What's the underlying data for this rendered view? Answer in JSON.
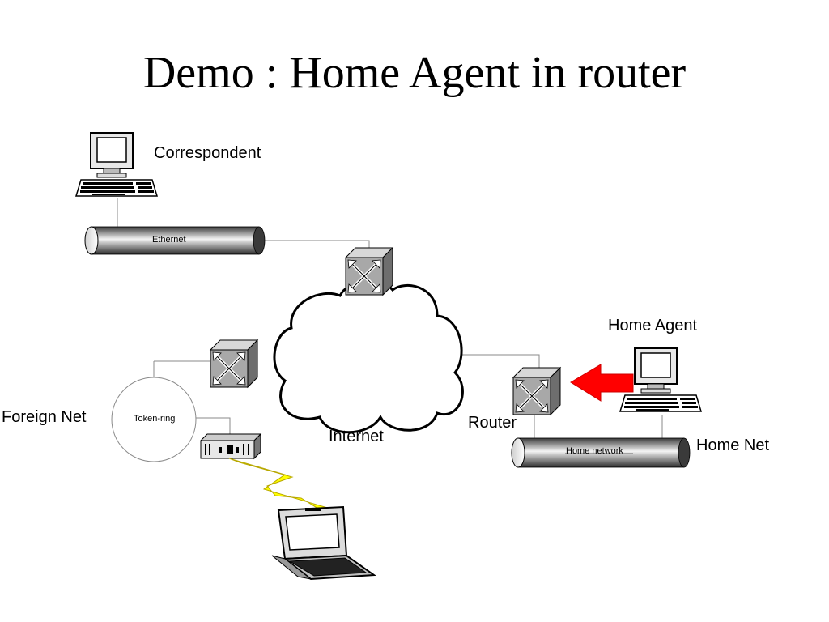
{
  "slide": {
    "title": "Demo : Home Agent in router"
  },
  "labels": {
    "correspondent": "Correspondent",
    "ethernet": "Ethernet",
    "home_agent": "Home Agent",
    "foreign_net": "Foreign Net",
    "token_ring": "Token-ring",
    "internet": "Internet",
    "router": "Router",
    "home_network": "Home network",
    "home_net": "Home Net"
  },
  "colors": {
    "arrow": "#ff0000",
    "lightning": "#ffff00",
    "router_fill": "#a8a8a8"
  }
}
